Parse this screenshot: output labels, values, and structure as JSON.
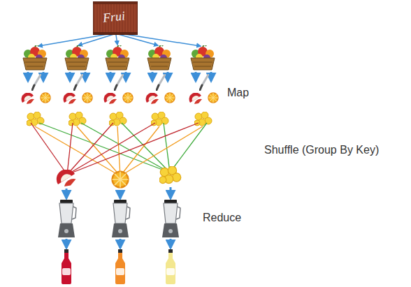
{
  "diagram": {
    "nodes": [
      {
        "text": [
          "Frui"
        ]
      }
    ],
    "labels": [
      "Map",
      "Shuffle (Group By Key)",
      "Reduce"
    ]
  }
}
